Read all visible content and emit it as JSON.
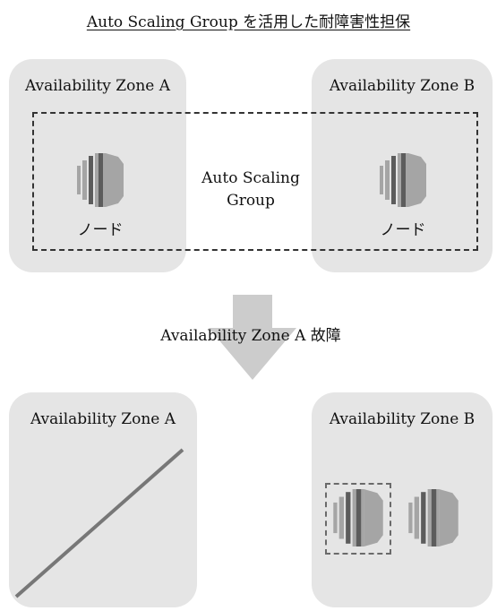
{
  "title": "Auto Scaling Group を活用した耐障害性担保",
  "top_section": {
    "zone_a_label": "Availability Zone A",
    "zone_b_label": "Availability Zone B",
    "asg_label_line1": "Auto Scaling",
    "asg_label_line2": "Group",
    "node_a_label": "ノード",
    "node_b_label": "ノード"
  },
  "transition_label": "Availability Zone A 故障",
  "bottom_section": {
    "zone_a_label": "Availability Zone A",
    "zone_b_label": "Availability Zone B"
  },
  "colors": {
    "zone_background": "#e5e5e5",
    "arrow": "#cccccc",
    "node_light": "#a5a5a5",
    "node_dark": "#5c5c5c",
    "failure_line": "#777777"
  },
  "icons": {
    "node": "server-node-icon",
    "arrow": "down-arrow-icon",
    "failure": "failed-zone-slash-icon"
  }
}
